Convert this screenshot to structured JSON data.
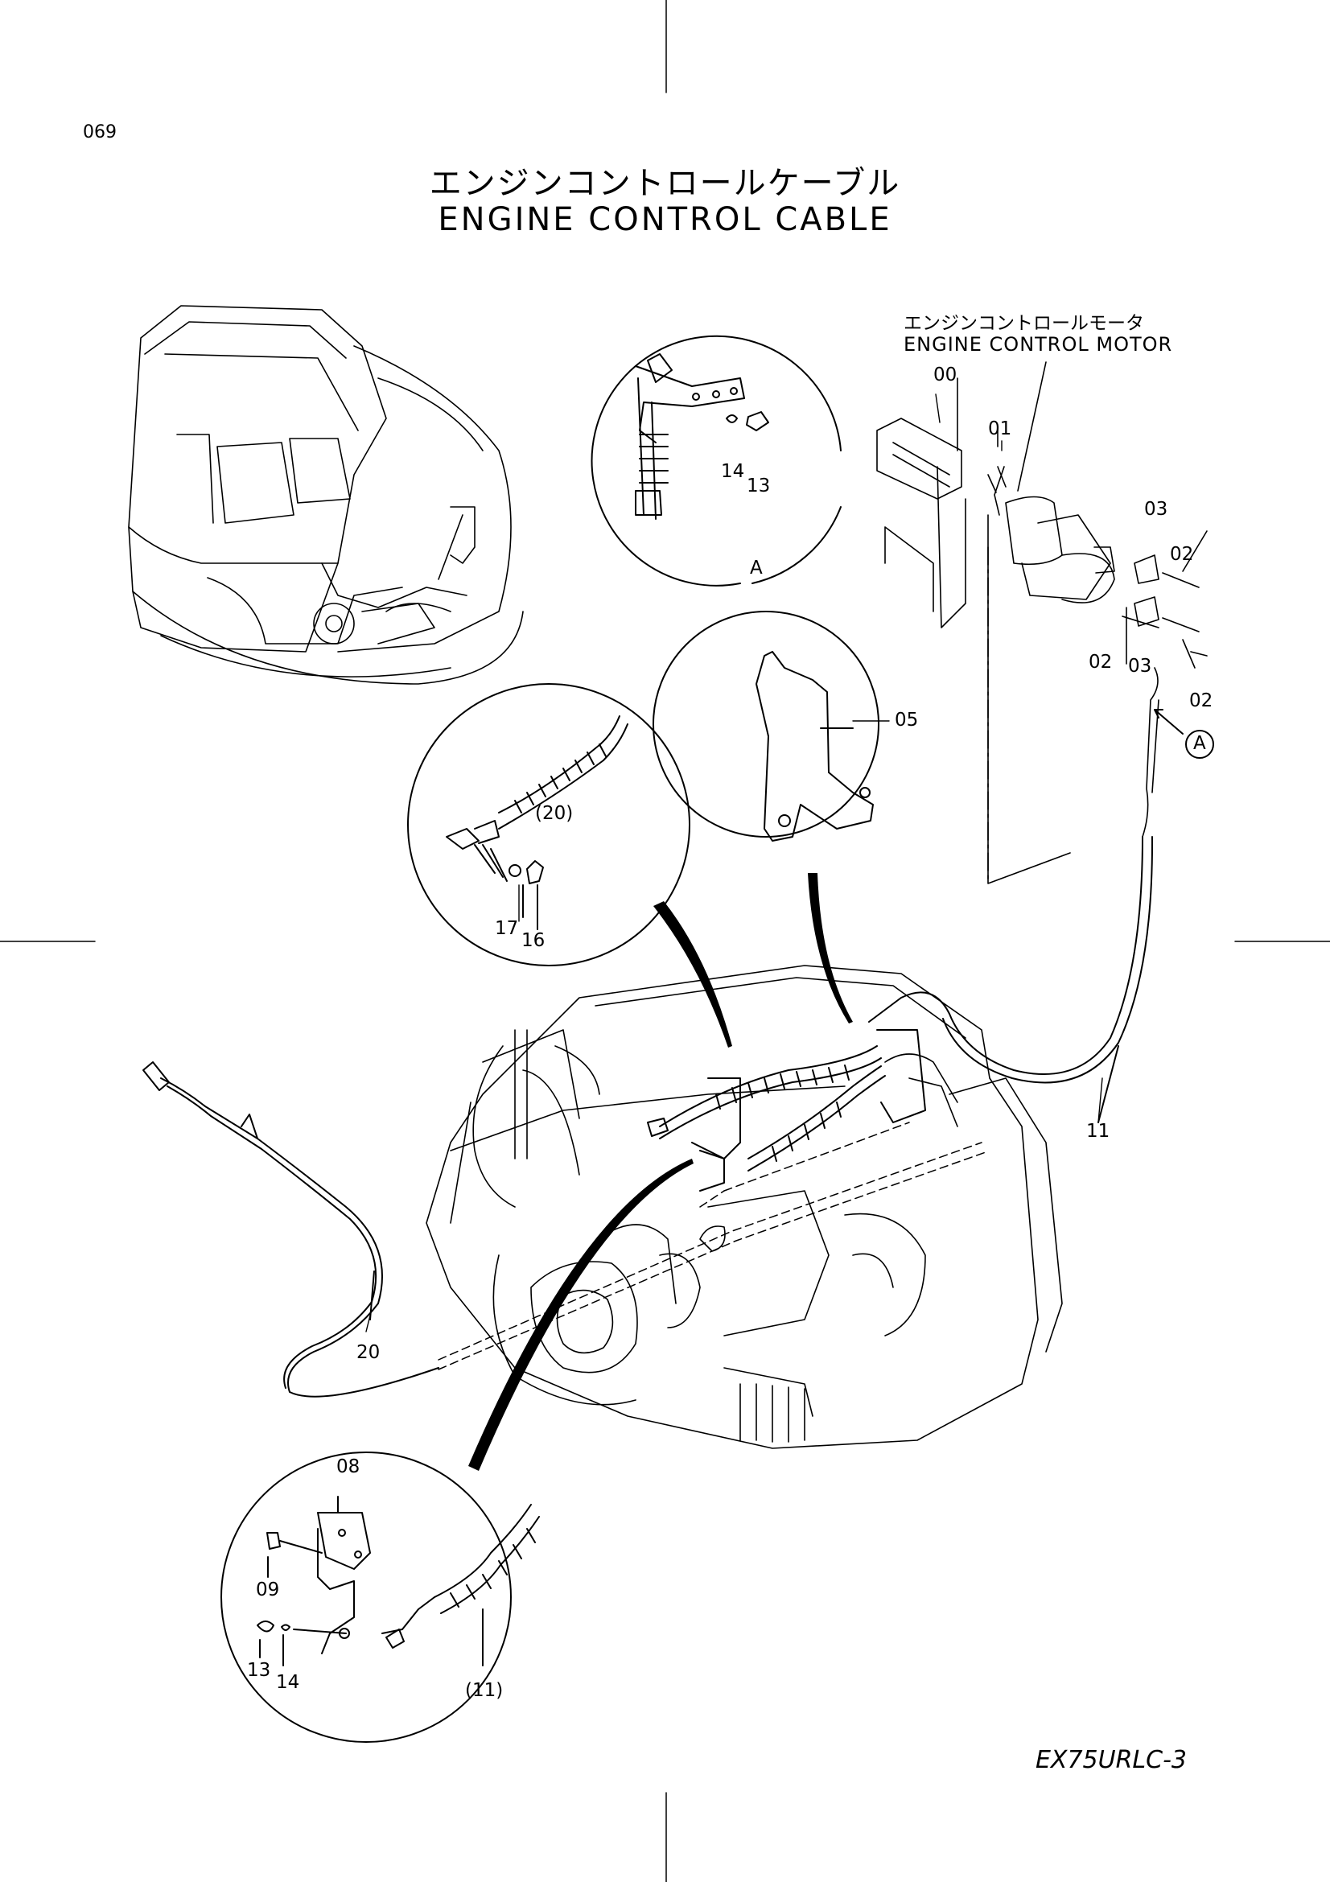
{
  "page": {
    "number": "069",
    "title_ja": "エンジンコントロールケーブル",
    "title_en": "ENGINE CONTROL CABLE",
    "model": "EX75URLC-3"
  },
  "motor_label": {
    "ja": "エンジンコントロールモータ",
    "en": "ENGINE CONTROL MOTOR"
  },
  "detail_marker": "A",
  "callouts": {
    "c00": "00",
    "c01": "01",
    "c03a": "03",
    "c02a": "02",
    "c02b": "02",
    "c03b": "03",
    "c02c": "02",
    "c14a": "14",
    "c13a": "13",
    "cA_detail": "A",
    "c05": "05",
    "c20p": "(20)",
    "c17": "17",
    "c16": "16",
    "c11": "11",
    "c20": "20",
    "c08": "08",
    "c09": "09",
    "c13b": "13",
    "c14b": "14",
    "c11p": "(11)"
  }
}
